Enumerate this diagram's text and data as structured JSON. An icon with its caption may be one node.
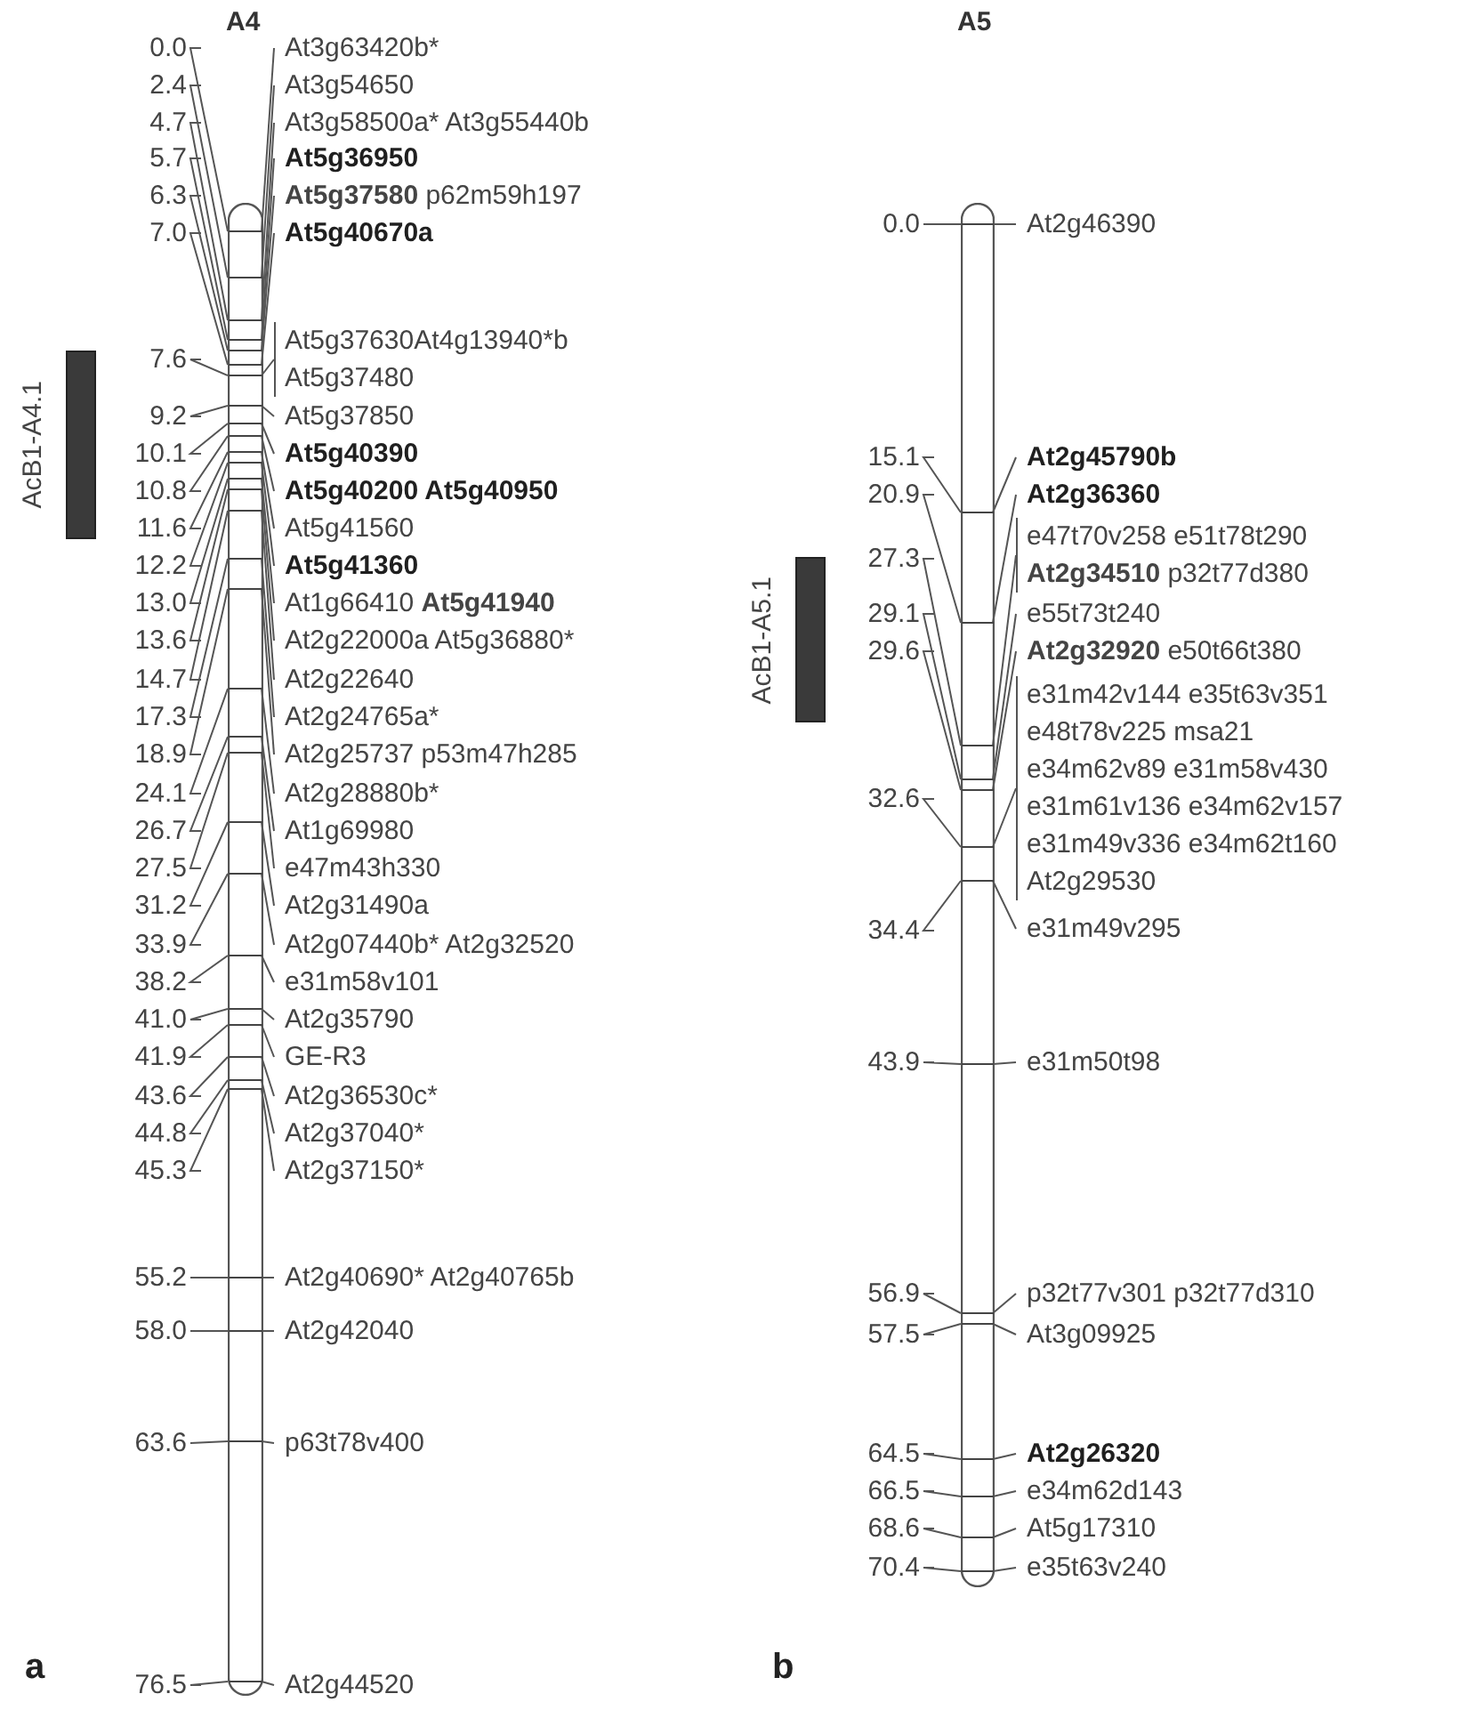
{
  "diagram": {
    "nodes": [
      {
        "text": [],
        "shape": "bar"
      },
      {
        "text": [],
        "shape": "bar",
        "beside": [
          "AcB1-A4.1"
        ]
      },
      {
        "text": [
          "0.0"
        ]
      },
      {
        "text": [
          "At3g63420b*"
        ]
      },
      {
        "text": [
          "2.4"
        ]
      },
      {
        "text": [
          "At3g54650"
        ]
      },
      {
        "text": [
          "4.7"
        ]
      },
      {
        "text": [
          "At3g58500a* At3g55440b"
        ]
      },
      {
        "text": [
          "5.7"
        ]
      },
      {
        "text": [
          "At5g36950"
        ]
      },
      {
        "text": [
          "6.3"
        ]
      },
      {
        "text": [
          "**At5g37580** p62m59h197"
        ]
      },
      {
        "text": [
          "7.0"
        ]
      },
      {
        "text": [
          "At5g40670a"
        ]
      },
      {
        "text": [
          "7.6"
        ]
      },
      {
        "text": [
          "At5g37630At4g13940*b",
          "At5g37480"
        ]
      },
      {
        "text": [
          "9.2"
        ]
      },
      {
        "text": [
          "At5g37850"
        ]
      },
      {
        "text": [
          "10.1"
        ]
      },
      {
        "text": [
          "At5g40390"
        ]
      },
      {
        "text": [
          "10.8"
        ]
      },
      {
        "text": [
          "At5g40200 At5g40950"
        ]
      },
      {
        "text": [
          "11.6"
        ]
      },
      {
        "text": [
          "At5g41560"
        ]
      },
      {
        "text": [
          "12.2"
        ]
      },
      {
        "text": [
          "At5g41360"
        ]
      },
      {
        "text": [
          "13.0"
        ]
      },
      {
        "text": [
          "At1g66410 **At5g41940**"
        ]
      },
      {
        "text": [
          "13.6"
        ]
      },
      {
        "text": [
          "At2g22000a At5g36880*"
        ]
      },
      {
        "text": [
          "14.7"
        ]
      },
      {
        "text": [
          "At2g22640"
        ]
      },
      {
        "text": [
          "17.3"
        ]
      },
      {
        "text": [
          "At2g24765a*"
        ]
      },
      {
        "text": [
          "18.9"
        ]
      },
      {
        "text": [
          "At2g25737 p53m47h285"
        ]
      },
      {
        "text": [
          "24.1"
        ]
      },
      {
        "text": [
          "At2g28880b*"
        ]
      },
      {
        "text": [
          "26.7"
        ]
      },
      {
        "text": [
          "At1g69980"
        ]
      },
      {
        "text": [
          "27.5"
        ]
      },
      {
        "text": [
          "e47m43h330"
        ]
      },
      {
        "text": [
          "31.2"
        ]
      },
      {
        "text": [
          "At2g31490a"
        ]
      },
      {
        "text": [
          "33.9"
        ]
      },
      {
        "text": [
          "At2g07440b* At2g32520"
        ]
      },
      {
        "text": [
          "38.2"
        ]
      },
      {
        "text": [
          "e31m58v101"
        ]
      },
      {
        "text": [
          "41.0"
        ]
      },
      {
        "text": [
          "At2g35790"
        ]
      },
      {
        "text": [
          "41.9"
        ]
      },
      {
        "text": [
          "GE-R3"
        ]
      },
      {
        "text": [
          "43.6"
        ]
      },
      {
        "text": [
          "At2g36530c*"
        ]
      },
      {
        "text": [
          "44.8"
        ]
      },
      {
        "text": [
          "At2g37040*"
        ]
      },
      {
        "text": [
          "45.3"
        ]
      },
      {
        "text": [
          "At2g37150*"
        ]
      },
      {
        "text": [
          "55.2"
        ]
      },
      {
        "text": [
          "At2g40690* At2g40765b"
        ]
      },
      {
        "text": [
          "58.0"
        ]
      },
      {
        "text": [
          "At2g42040"
        ]
      },
      {
        "text": [
          "63.6"
        ]
      },
      {
        "text": [
          "p63t78v400"
        ]
      },
      {
        "text": [
          "76.5"
        ]
      },
      {
        "text": [
          "At2g44520"
        ]
      },
      {
        "text": [],
        "shape": "bar"
      },
      {
        "text": [],
        "shape": "bar",
        "beside": [
          "AcB1-A5.1"
        ]
      },
      {
        "text": [
          "0.0"
        ]
      },
      {
        "text": [
          "At2g46390"
        ]
      },
      {
        "text": [
          "15.1"
        ]
      },
      {
        "text": [
          "At2g45790b"
        ]
      },
      {
        "text": [
          "20.9"
        ]
      },
      {
        "text": [
          "At2g36360"
        ]
      },
      {
        "text": [
          "27.3"
        ]
      },
      {
        "text": [
          "e47t70v258 e51t78t290",
          "**At2g34510** p32t77d380"
        ]
      },
      {
        "text": [
          "29.1"
        ]
      },
      {
        "text": [
          "e55t73t240"
        ]
      },
      {
        "text": [
          "29.6"
        ]
      },
      {
        "text": [
          "**At2g32920** e50t66t380"
        ]
      },
      {
        "text": [
          "32.6"
        ]
      },
      {
        "text": [
          "e31m42v144 e35t63v351",
          "e48t78v225 msa21",
          "e34m62v89 e31m58v430",
          "e31m61v136 e34m62v157",
          "e31m49v336 e34m62t160",
          "At2g29530"
        ]
      },
      {
        "text": [
          "34.4"
        ]
      },
      {
        "text": [
          "e31m49v295"
        ]
      },
      {
        "text": [
          "43.9"
        ]
      },
      {
        "text": [
          "e31m50t98"
        ]
      },
      {
        "text": [
          "56.9"
        ]
      },
      {
        "text": [
          "p32t77v301 p32t77d310"
        ]
      },
      {
        "text": [
          "57.5"
        ]
      },
      {
        "text": [
          "At3g09925"
        ]
      },
      {
        "text": [
          "64.5"
        ]
      },
      {
        "text": [
          "At2g26320"
        ]
      },
      {
        "text": [
          "66.5"
        ]
      },
      {
        "text": [
          "e34m62d143"
        ]
      },
      {
        "text": [
          "68.6"
        ]
      },
      {
        "text": [
          "At5g17310"
        ]
      },
      {
        "text": [
          "70.4"
        ]
      },
      {
        "text": [
          "e35t63v240"
        ]
      }
    ],
    "edges": [
      {
        "from": 2,
        "to": 0,
        "arrow": "none"
      },
      {
        "from": 0,
        "to": 3,
        "arrow": "none"
      },
      {
        "from": 4,
        "to": 0,
        "arrow": "none"
      },
      {
        "from": 0,
        "to": 5,
        "arrow": "none"
      },
      {
        "from": 6,
        "to": 0,
        "arrow": "none"
      },
      {
        "from": 0,
        "to": 7,
        "arrow": "none"
      },
      {
        "from": 8,
        "to": 0,
        "arrow": "none"
      },
      {
        "from": 0,
        "to": 9,
        "arrow": "none"
      },
      {
        "from": 10,
        "to": 0,
        "arrow": "none"
      },
      {
        "from": 0,
        "to": 11,
        "arrow": "none"
      },
      {
        "from": 12,
        "to": 0,
        "arrow": "none"
      },
      {
        "from": 0,
        "to": 13,
        "arrow": "none"
      },
      {
        "from": 14,
        "to": 0,
        "arrow": "none"
      },
      {
        "from": 0,
        "to": 15,
        "arrow": "none"
      },
      {
        "from": 16,
        "to": 0,
        "arrow": "none"
      },
      {
        "from": 0,
        "to": 17,
        "arrow": "none"
      },
      {
        "from": 18,
        "to": 0,
        "arrow": "none"
      },
      {
        "from": 0,
        "to": 19,
        "arrow": "none"
      },
      {
        "from": 20,
        "to": 0,
        "arrow": "none"
      },
      {
        "from": 0,
        "to": 21,
        "arrow": "none"
      },
      {
        "from": 22,
        "to": 0,
        "arrow": "none"
      },
      {
        "from": 0,
        "to": 23,
        "arrow": "none"
      },
      {
        "from": 24,
        "to": 0,
        "arrow": "none"
      },
      {
        "from": 0,
        "to": 25,
        "arrow": "none"
      },
      {
        "from": 26,
        "to": 0,
        "arrow": "none"
      },
      {
        "from": 0,
        "to": 27,
        "arrow": "none"
      },
      {
        "from": 28,
        "to": 0,
        "arrow": "none"
      },
      {
        "from": 0,
        "to": 29,
        "arrow": "none"
      },
      {
        "from": 30,
        "to": 0,
        "arrow": "none"
      },
      {
        "from": 0,
        "to": 31,
        "arrow": "none"
      },
      {
        "from": 32,
        "to": 0,
        "arrow": "none"
      },
      {
        "from": 0,
        "to": 33,
        "arrow": "none"
      },
      {
        "from": 34,
        "to": 0,
        "arrow": "none"
      },
      {
        "from": 0,
        "to": 35,
        "arrow": "none"
      },
      {
        "from": 36,
        "to": 0,
        "arrow": "none"
      },
      {
        "from": 0,
        "to": 37,
        "arrow": "none"
      },
      {
        "from": 38,
        "to": 0,
        "arrow": "none"
      },
      {
        "from": 0,
        "to": 39,
        "arrow": "none"
      },
      {
        "from": 40,
        "to": 0,
        "arrow": "none"
      },
      {
        "from": 0,
        "to": 41,
        "arrow": "none"
      },
      {
        "from": 42,
        "to": 0,
        "arrow": "none"
      },
      {
        "from": 0,
        "to": 43,
        "arrow": "none"
      },
      {
        "from": 44,
        "to": 0,
        "arrow": "none"
      },
      {
        "from": 0,
        "to": 45,
        "arrow": "none"
      },
      {
        "from": 46,
        "to": 0,
        "arrow": "none"
      },
      {
        "from": 0,
        "to": 47,
        "arrow": "none"
      },
      {
        "from": 48,
        "to": 0,
        "arrow": "none"
      },
      {
        "from": 0,
        "to": 49,
        "arrow": "none"
      },
      {
        "from": 50,
        "to": 0,
        "arrow": "none"
      },
      {
        "from": 0,
        "to": 51,
        "arrow": "none"
      },
      {
        "from": 52,
        "to": 0,
        "arrow": "none"
      },
      {
        "from": 0,
        "to": 53,
        "arrow": "none"
      },
      {
        "from": 54,
        "to": 0,
        "arrow": "none"
      },
      {
        "from": 0,
        "to": 55,
        "arrow": "none"
      },
      {
        "from": 56,
        "to": 0,
        "arrow": "none"
      },
      {
        "from": 0,
        "to": 57,
        "arrow": "none"
      },
      {
        "from": 58,
        "to": 0,
        "arrow": "none"
      },
      {
        "from": 0,
        "to": 59,
        "arrow": "none"
      },
      {
        "from": 60,
        "to": 0,
        "arrow": "none"
      },
      {
        "from": 0,
        "to": 61,
        "arrow": "none"
      },
      {
        "from": 62,
        "to": 0,
        "arrow": "none"
      },
      {
        "from": 0,
        "to": 63,
        "arrow": "none"
      },
      {
        "from": 64,
        "to": 0,
        "arrow": "none"
      },
      {
        "from": 0,
        "to": 65,
        "arrow": "none"
      },
      {
        "from": 68,
        "to": 66,
        "arrow": "none"
      },
      {
        "from": 66,
        "to": 69,
        "arrow": "none"
      },
      {
        "from": 70,
        "to": 66,
        "arrow": "none"
      },
      {
        "from": 66,
        "to": 71,
        "arrow": "none"
      },
      {
        "from": 72,
        "to": 66,
        "arrow": "none"
      },
      {
        "from": 66,
        "to": 73,
        "arrow": "none"
      },
      {
        "from": 74,
        "to": 66,
        "arrow": "none"
      },
      {
        "from": 66,
        "to": 75,
        "arrow": "none"
      },
      {
        "from": 76,
        "to": 66,
        "arrow": "none"
      },
      {
        "from": 66,
        "to": 77,
        "arrow": "none"
      },
      {
        "from": 78,
        "to": 66,
        "arrow": "none"
      },
      {
        "from": 66,
        "to": 79,
        "arrow": "none"
      },
      {
        "from": 80,
        "to": 66,
        "arrow": "none"
      },
      {
        "from": 66,
        "to": 81,
        "arrow": "none"
      },
      {
        "from": 82,
        "to": 66,
        "arrow": "none"
      },
      {
        "from": 66,
        "to": 83,
        "arrow": "none"
      },
      {
        "from": 84,
        "to": 66,
        "arrow": "none"
      },
      {
        "from": 66,
        "to": 85,
        "arrow": "none"
      },
      {
        "from": 86,
        "to": 66,
        "arrow": "none"
      },
      {
        "from": 66,
        "to": 87,
        "arrow": "none"
      },
      {
        "from": 88,
        "to": 66,
        "arrow": "none"
      },
      {
        "from": 66,
        "to": 89,
        "arrow": "none"
      },
      {
        "from": 90,
        "to": 66,
        "arrow": "none"
      },
      {
        "from": 66,
        "to": 91,
        "arrow": "none"
      },
      {
        "from": 92,
        "to": 66,
        "arrow": "none"
      },
      {
        "from": 66,
        "to": 93,
        "arrow": "none"
      },
      {
        "from": 94,
        "to": 66,
        "arrow": "none"
      },
      {
        "from": 66,
        "to": 95,
        "arrow": "none"
      },
      {
        "from": 96,
        "to": 66,
        "arrow": "none"
      },
      {
        "from": 66,
        "to": 97,
        "arrow": "none"
      }
    ],
    "labels": [
      "A4",
      "A5",
      "a",
      "b"
    ]
  }
}
